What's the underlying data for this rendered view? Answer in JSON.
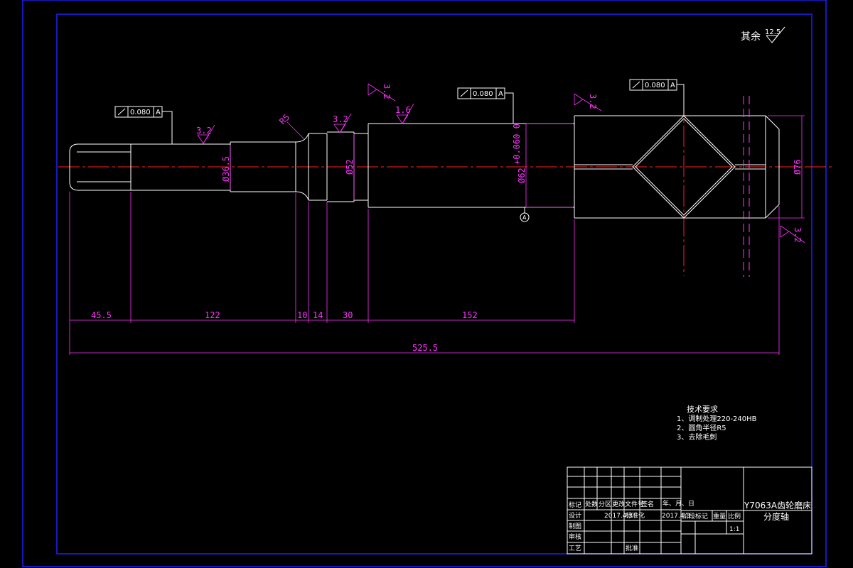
{
  "colors": {
    "background": "#000000",
    "frame": "#2020ff",
    "outline": "#ffffff",
    "dimension": "#ff33ff",
    "centerline": "#ff2020"
  },
  "surface_finish": {
    "others_label": "其余",
    "others_value": "12.5",
    "ra_32_left": "3.2",
    "ra_32_mid": "3.2",
    "ra_16": "1.6",
    "ra_rotated_1": "3.2",
    "ra_rotated_2": "3.2",
    "ra_rotated_3": "3.2"
  },
  "tolerances": {
    "left": {
      "value": "0.080",
      "datum": "A"
    },
    "middle": {
      "value": "0.080",
      "datum": "A"
    },
    "right": {
      "value": "0.080",
      "datum": "A"
    }
  },
  "datum_label": "A",
  "radius_label": "R5",
  "diameters": {
    "d1": "Ø36.5",
    "d2": "Ø52",
    "d3": "Ø62",
    "d3_tol": "+0.060\n 0",
    "d4": "Ø76"
  },
  "lengths": {
    "l1": "45.5",
    "l2": "122",
    "l3": "10",
    "l4": "14",
    "l5": "30",
    "l6": "152",
    "total": "525.5"
  },
  "tech_requirements": {
    "title": "技术要求",
    "items": [
      "1、调制处理220-240HB",
      "2、圆角半径R5",
      "3、去除毛刺"
    ]
  },
  "title_block": {
    "product": "Y7063A齿轮磨床",
    "part": "分度轴",
    "scale_label": "比例",
    "scale": "1:1",
    "stage_label": "阶段标记",
    "weight_label": "重量",
    "rows": {
      "mark": "标记",
      "count": "处数",
      "zone": "分区",
      "doc": "更改文件号",
      "sign": "签名",
      "date": "年、月、日",
      "design": "设计",
      "design_date": "2017.4.3",
      "standard": "标准化",
      "standard_date": "2017.4.3",
      "draw": "制图",
      "check": "审核",
      "process": "工艺",
      "approve": "批准"
    }
  }
}
